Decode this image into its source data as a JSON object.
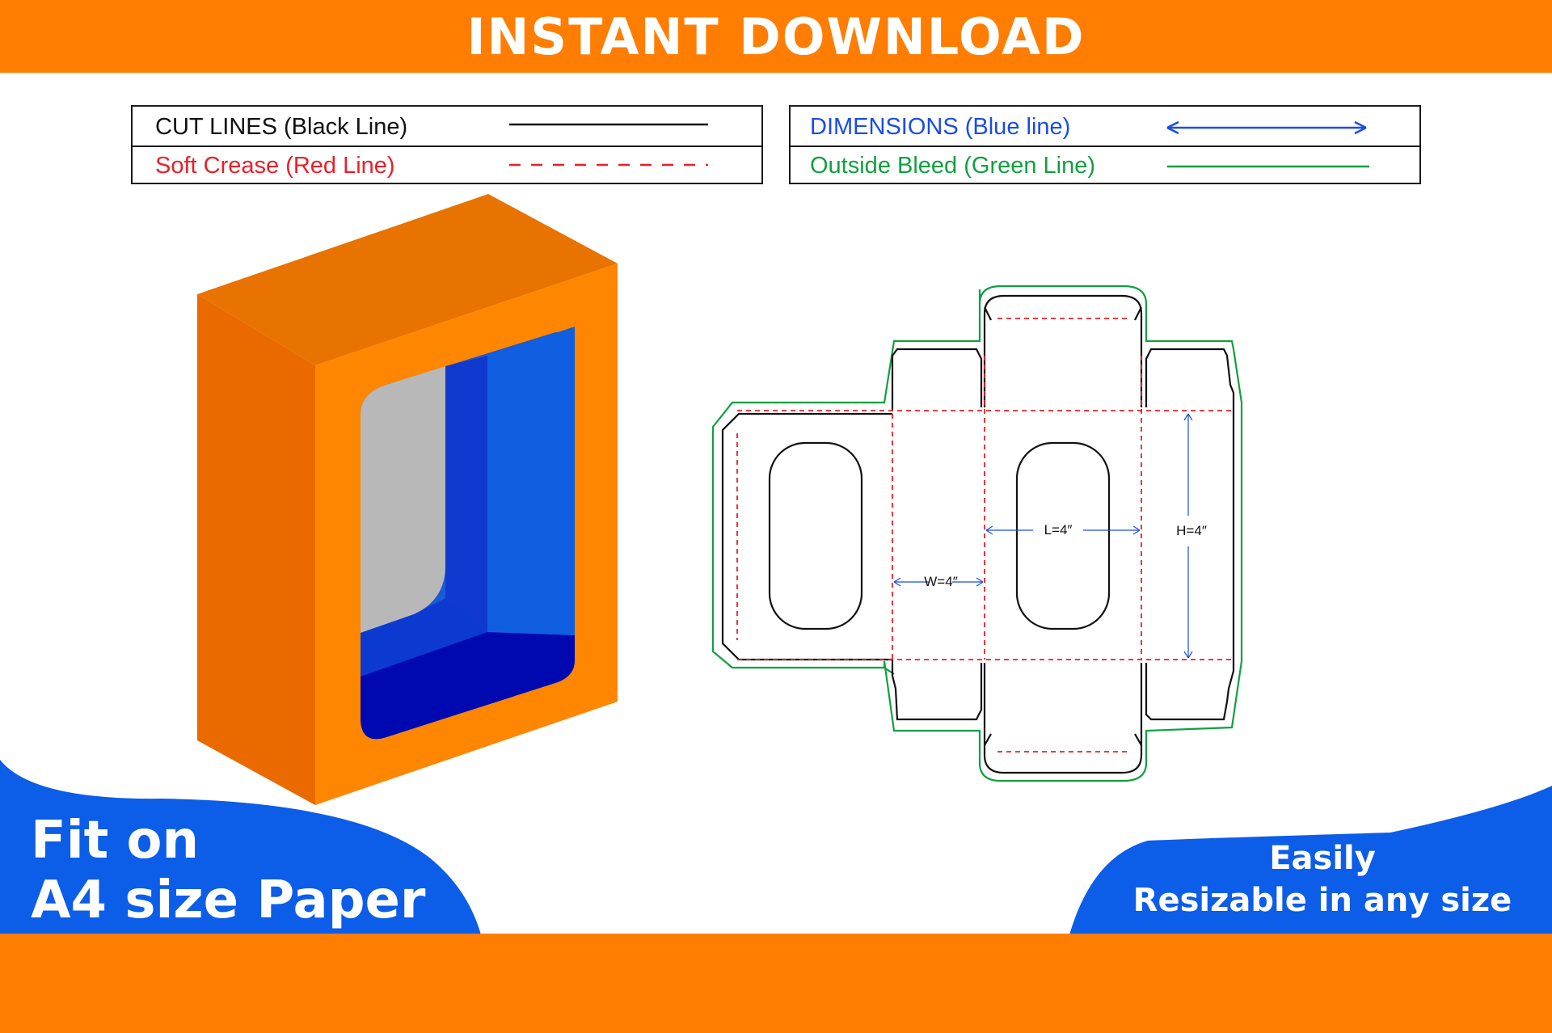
{
  "banner": {
    "title": "INSTANT DOWNLOAD"
  },
  "legend": {
    "cut_lines": "CUT LINES (Black Line)",
    "soft_crease": "Soft Crease (Red Line)",
    "dimensions": "DIMENSIONS (Blue line)",
    "outside_bleed": "Outside Bleed (Green Line)"
  },
  "dieline": {
    "length": "L=4″",
    "width": "W=4″",
    "height": "H=4″"
  },
  "promo": {
    "fit_line1": "Fit on",
    "fit_line2": "A4 size Paper",
    "resize_line1": "Easily",
    "resize_line2": "Resizable in any size"
  },
  "colors": {
    "orange": "#ff7d00",
    "blue": "#0c5de8",
    "cut": "#111111",
    "crease": "#e8202a",
    "dimension": "#1a4de0",
    "bleed": "#10a040"
  }
}
